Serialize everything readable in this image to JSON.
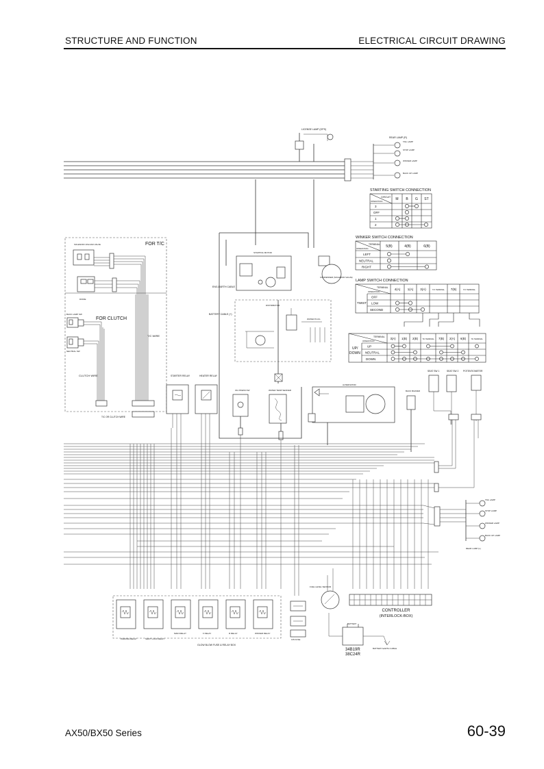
{
  "header": {
    "left": "STRUCTURE AND FUNCTION",
    "right": "ELECTRICAL CIRCUIT DRAWING"
  },
  "footer": {
    "series": "AX50/BX50 Series",
    "page": "60-39"
  },
  "diagram": {
    "labels": {
      "for_tc": "FOR T/C",
      "for_clutch": "FOR CLUTCH",
      "starter_relay": "STARTER RELAY",
      "heater_relay": "HEATER RELAY",
      "controller": "CONTROLLER",
      "interlock_box": "(INTERLOCK-BOX)",
      "battery_type_1": "34B19R",
      "battery_type_2": "38C24R",
      "glow_box": "GLOW BLOW FUSE & RELAY BOX",
      "clutch_wire": "CLUTCH WIRE",
      "tc_wire": "T/C WIRE",
      "tc_or_clutch_wire": "T/C OR CLUTCH WIRE",
      "eng_earth_cable": "ENG-EARTH CABLE",
      "battery_cable": "BATTERY CABLE (+)",
      "starting_motor": "STARTING MOTOR",
      "condenser": "CONDENSER (SOLENOID VALVE)",
      "distributor": "DISTRIBUTOR",
      "water_plug": "WATER PLUG",
      "alternator": "ALTERNATOR",
      "oil_press_sw": "OIL PRESS SW",
      "water_temp": "WATER TEMP SENDER",
      "fuel_level": "FUEL LEVEL SENSOR",
      "battery": "BATTERY",
      "battery_earth": "BATTERY EARTH CABLE",
      "seat_sw_1": "SEAT SW 1",
      "seat_sw_2": "SEAT SW 2",
      "potentiometer": "POTENTIOMETER",
      "back_buzzer": "BACK BUZZER",
      "rear_lamp_rh": "REAR LAMP (R)",
      "rear_lamp_lh": "REAR LAMP (L)",
      "license_lamp": "LICENSE LAMP (OPS)",
      "tail_lamp": "TAIL LAMP",
      "stop_lamp": "STOP LAMP",
      "winker_lamp": "WINKER LAMP",
      "backup_lamp": "BACK UP LAMP",
      "solenoid_unload": "SOLENOID UNLOAD VALVE",
      "diode": "DIODE",
      "neutral_sw": "NEUTRAL SW",
      "back_lamp_sw": "BACK LAMP SW",
      "parking_relay": "PARKING RELAY",
      "shift_lock_relay": "SHIFT LOCK RELAY",
      "main_relay": "MAIN RELAY",
      "f_relay": "F RELAY",
      "r_relay": "R RELAY",
      "winker_relay": "WINKER RELAY",
      "fuse": "0.B FUSE"
    },
    "starting_switch": {
      "title": "STARTING SWITCH CONNECTION",
      "corner_top": "CIRCUIT",
      "corner_bottom": "OPERATION",
      "columns": [
        "M",
        "B",
        "G",
        "ST"
      ],
      "rows": [
        "3",
        "OFF",
        "1",
        "2"
      ]
    },
    "winker_switch": {
      "title": "WINKER SWITCH CONNECTION",
      "corner_top": "TERMINAL",
      "corner_bottom": "OPERATION",
      "columns": [
        "5(B)",
        "4(B)",
        "6(B)"
      ],
      "rows": [
        "LEFT",
        "NEUTRAL",
        "RIGHT"
      ]
    },
    "lamp_switch": {
      "title": "LAMP SWITCH CONNECTION",
      "corner_top": "TERMINAL",
      "corner_bottom": "OPERATION",
      "group": "TWIST",
      "columns": [
        "4(A)",
        "1(A)",
        "3(A)",
        "T/C TERMINAL",
        "7(B)",
        "T/C TERMINAL"
      ],
      "rows": [
        "OFF",
        "LOW",
        "SECOND"
      ]
    },
    "updown_switch": {
      "corner_top": "TERMINAL",
      "corner_bottom": "OPERATION",
      "group_top": "UP/",
      "group_bottom": "DOWN",
      "columns": [
        "3(A)",
        "1(B)",
        "2(B)",
        "T/C TERMINAL",
        "7(B)",
        "2(A)",
        "6(B)",
        "T/C TERMINAL"
      ],
      "rows": [
        "UP",
        "NEUTRAL",
        "DOWN"
      ]
    }
  }
}
